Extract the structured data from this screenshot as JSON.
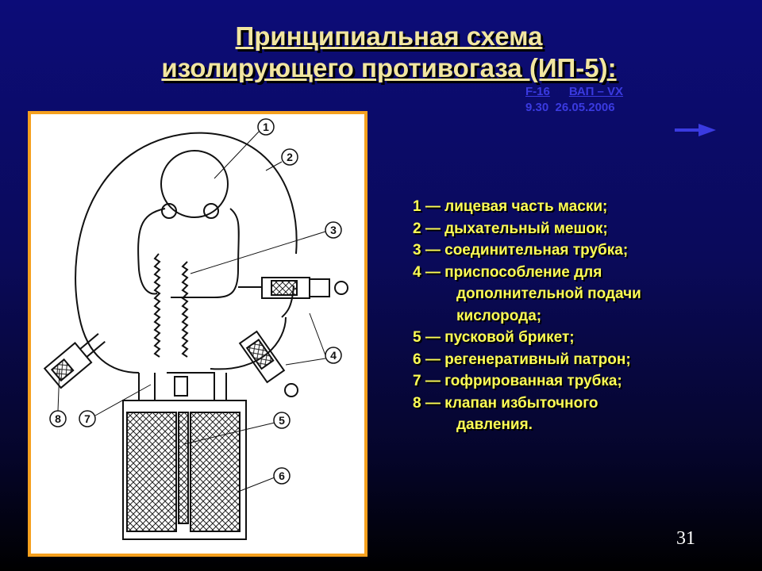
{
  "title": {
    "line1": "Принципиальная схема",
    "line2": "изолирующего противогаза (ИП-5):"
  },
  "code": {
    "a": "F-16",
    "b": "ВАП – VX",
    "time": "9.30",
    "date": "26.05.2006"
  },
  "nav": {
    "icon": "arrow-right-icon"
  },
  "colors": {
    "frame": "#f5a01e",
    "legend_text": "#ffff55",
    "title_text": "#f2e6a0",
    "code_text": "#3a3ae0"
  },
  "diagram": {
    "labels": [
      "1",
      "2",
      "3",
      "4",
      "5",
      "6",
      "7",
      "8"
    ]
  },
  "legend": [
    {
      "lines": [
        "1 — лицевая часть маски;"
      ]
    },
    {
      "lines": [
        "2 — дыхательный мешок;"
      ]
    },
    {
      "lines": [
        "3 — соединительная трубка;"
      ]
    },
    {
      "lines": [
        "4 — приспособление для",
        "дополнительной подачи",
        "кислорода;"
      ]
    },
    {
      "lines": [
        "5 — пусковой брикет;"
      ]
    },
    {
      "lines": [
        "6 — регенеративный патрон;"
      ]
    },
    {
      "lines": [
        "7 — гофрированная трубка;"
      ]
    },
    {
      "lines": [
        "8 — клапан  избыточного",
        "давления."
      ]
    }
  ],
  "page_number": "31"
}
